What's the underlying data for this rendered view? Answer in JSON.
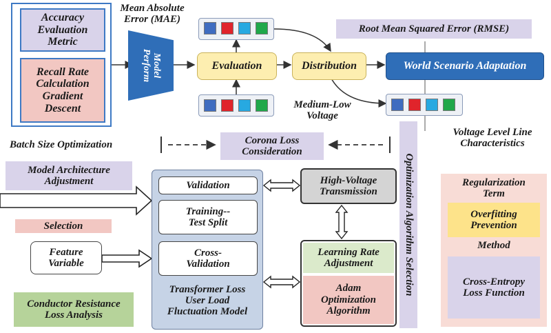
{
  "top_left": {
    "accuracy": "Accuracy\nEvaluation\nMetric",
    "recall": "Recall Rate\nCalculation\nGradient\nDescent"
  },
  "mae": "Mean Absolute\nError (MAE)",
  "model_perform": "Model\nPerform",
  "evaluation": "Evaluation",
  "distribution": "Distribution",
  "rmse": "Root Mean Squared Error (RMSE)",
  "world": "World Scenario Adaptation",
  "medium_low": "Medium-Low\nVoltage",
  "voltage_level": "Voltage Level Line\nCharacteristics",
  "batch_size": "Batch Size Optimization",
  "corona": "Corona Loss\nConsideration",
  "optimization_selection": "Optimization Algorithm Selection",
  "model_arch": "Model Architecture\nAdjustment",
  "selection": "Selection",
  "feature": "Feature\nVariable",
  "conductor": "Conductor Resistance\nLoss Analysis",
  "center": {
    "validation": "Validation",
    "training": "Training--\nTest Split",
    "cross": "Cross-\nValidation",
    "transformer": "Transformer Loss\nUser Load\nFluctuation Model"
  },
  "high_voltage": "High-Voltage\nTransmission",
  "learning_rate": "Learning Rate\nAdjustment",
  "adam": "Adam\nOptimization\nAlgorithm",
  "right_panel": {
    "regularization": "Regularization\nTerm",
    "overfitting": "Overfitting\nPrevention",
    "method": "Method",
    "cross_entropy": "Cross-Entropy\nLoss Function"
  },
  "colors": {
    "blue_square": "#3f6cc0",
    "red_square": "#e0242b",
    "cyan_square": "#27a9e1",
    "green_square": "#20a84a"
  }
}
